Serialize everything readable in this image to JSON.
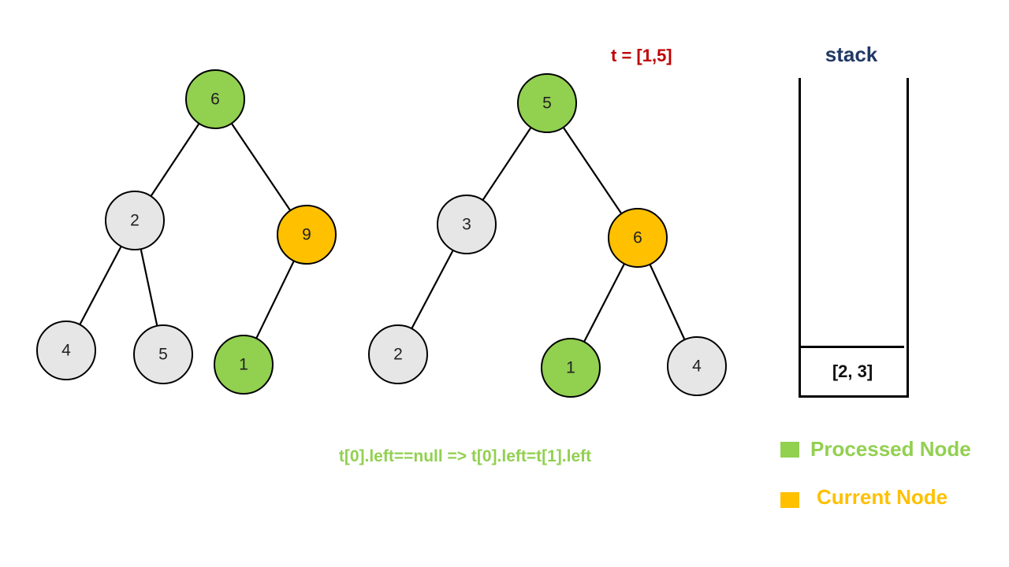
{
  "colors": {
    "processed": "#92d050",
    "current": "#ffc000",
    "default": "#e6e6e6",
    "edge": "#000000"
  },
  "t_label": "t = [1,5]",
  "stack": {
    "title": "stack",
    "items": [
      "[2, 3]"
    ]
  },
  "step_text": "t[0].left==null => t[0].left=t[1].left",
  "legend": {
    "processed": "Processed Node",
    "current": "Current Node"
  },
  "trees": [
    {
      "nodes": [
        {
          "id": "a6",
          "label": "6",
          "state": "processed"
        },
        {
          "id": "a2",
          "label": "2",
          "state": "default"
        },
        {
          "id": "a9",
          "label": "9",
          "state": "current"
        },
        {
          "id": "a4",
          "label": "4",
          "state": "default"
        },
        {
          "id": "a5",
          "label": "5",
          "state": "default"
        },
        {
          "id": "a1",
          "label": "1",
          "state": "processed"
        }
      ],
      "edges": [
        [
          "a6",
          "a2"
        ],
        [
          "a6",
          "a9"
        ],
        [
          "a2",
          "a4"
        ],
        [
          "a2",
          "a5"
        ],
        [
          "a9",
          "a1"
        ]
      ]
    },
    {
      "nodes": [
        {
          "id": "b5",
          "label": "5",
          "state": "processed"
        },
        {
          "id": "b3",
          "label": "3",
          "state": "default"
        },
        {
          "id": "b6",
          "label": "6",
          "state": "current"
        },
        {
          "id": "b2",
          "label": "2",
          "state": "default"
        },
        {
          "id": "b1",
          "label": "1",
          "state": "processed"
        },
        {
          "id": "b4",
          "label": "4",
          "state": "default"
        }
      ],
      "edges": [
        [
          "b5",
          "b3"
        ],
        [
          "b5",
          "b6"
        ],
        [
          "b3",
          "b2"
        ],
        [
          "b6",
          "b1"
        ],
        [
          "b6",
          "b4"
        ]
      ]
    }
  ]
}
